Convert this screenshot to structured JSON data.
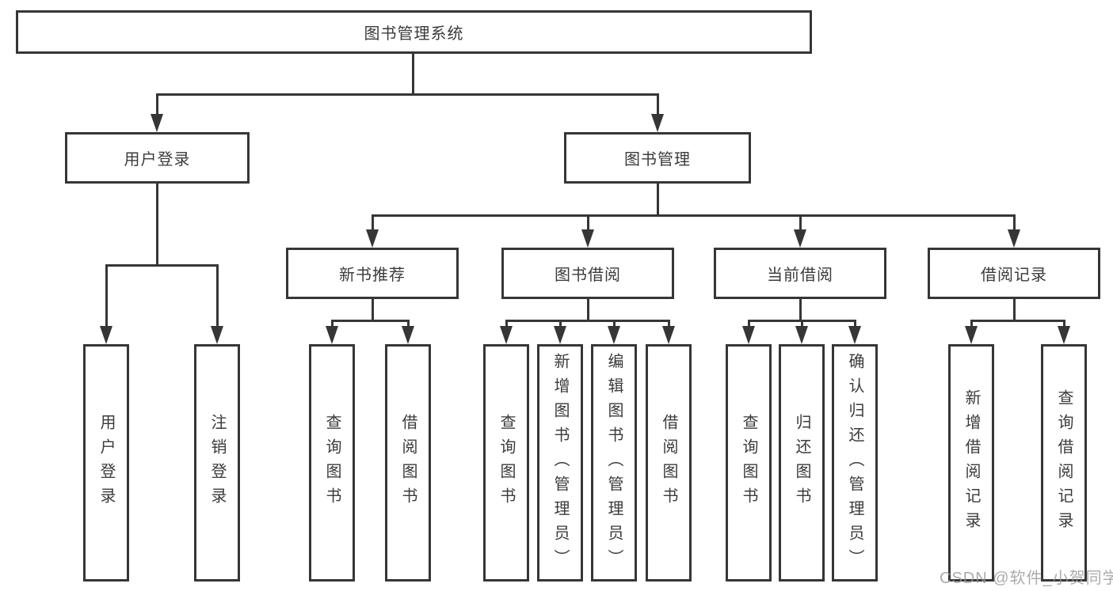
{
  "nodes": {
    "root": "图书管理系统",
    "level2": [
      "用户登录",
      "图书管理"
    ],
    "level3": [
      "新书推荐",
      "图书借阅",
      "当前借阅",
      "借阅记录"
    ],
    "leaves_login": [
      "用户登录",
      "注销登录"
    ],
    "leaves_new_books": [
      "查询图书",
      "借阅图书"
    ],
    "leaves_borrow": [
      "查询图书",
      "新增图书（管理员）",
      "编辑图书（管理员）",
      "借阅图书"
    ],
    "leaves_current": [
      "查询图书",
      "归还图书",
      "确认归还（管理员）"
    ],
    "leaves_records": [
      "新增借阅记录",
      "查询借阅记录"
    ]
  },
  "watermark": "CSDN @软件_小贺同学",
  "colors": {
    "line": "#363636",
    "text": "#3b3b3b",
    "watermark": "#989898"
  }
}
